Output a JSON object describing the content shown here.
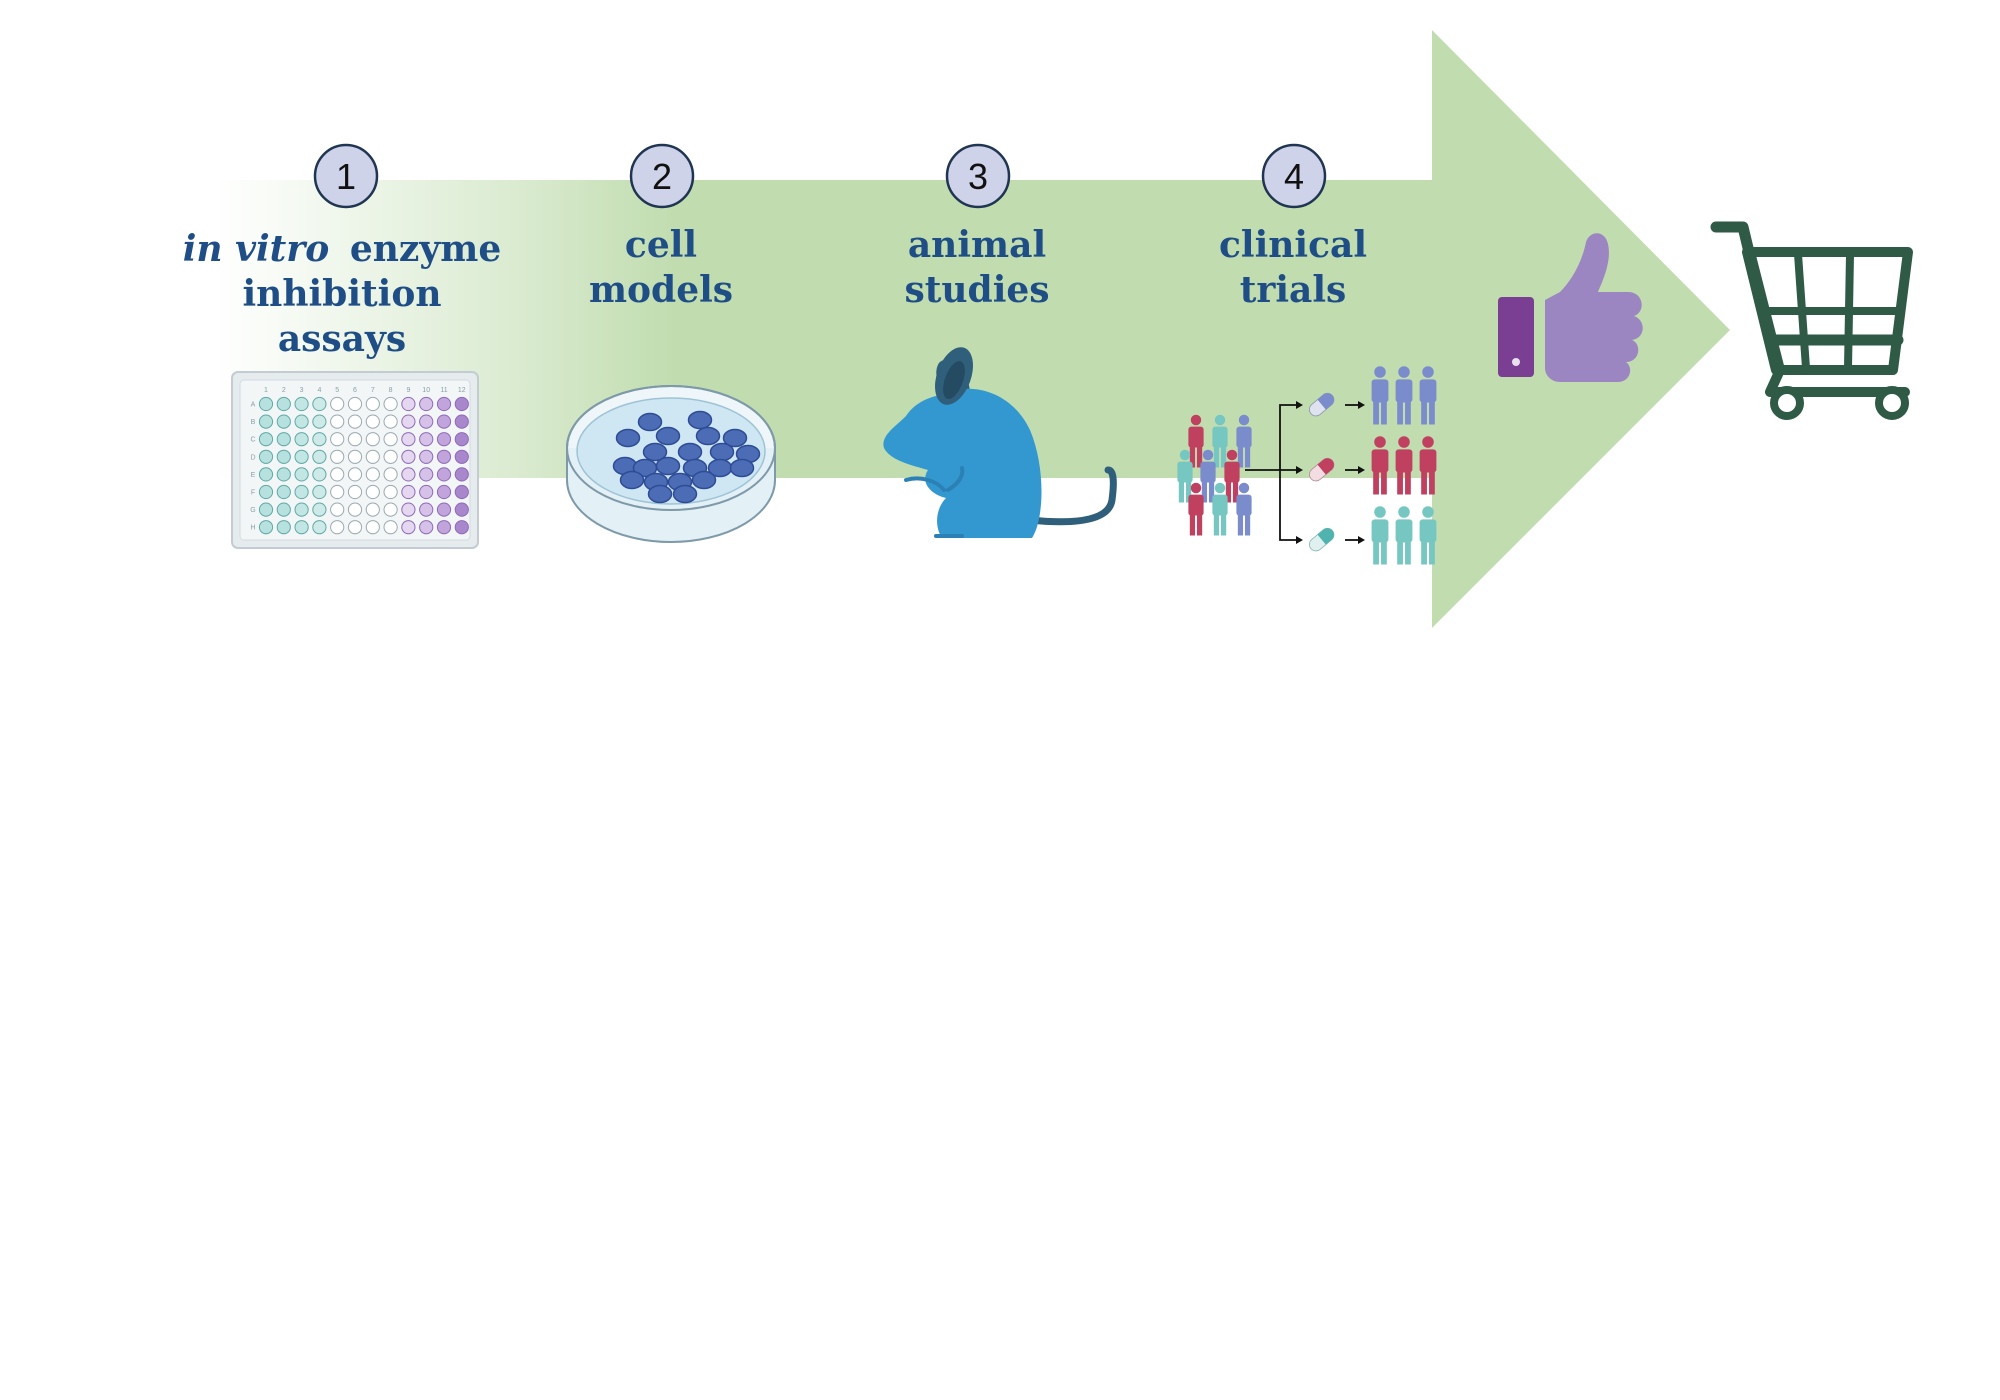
{
  "steps": [
    {
      "number": "1",
      "label_italic": "in vitro",
      "label_lines": [
        "enzyme",
        "inhibition",
        "assays"
      ]
    },
    {
      "number": "2",
      "label_lines": [
        "cell",
        "models"
      ]
    },
    {
      "number": "3",
      "label_lines": [
        "animal",
        "studies"
      ]
    },
    {
      "number": "4",
      "label_lines": [
        "clinical",
        "trials"
      ]
    }
  ],
  "plate": {
    "col_labels": [
      "1",
      "2",
      "3",
      "4",
      "5",
      "6",
      "7",
      "8",
      "9",
      "10",
      "11",
      "12"
    ],
    "row_labels": [
      "A",
      "B",
      "C",
      "D",
      "E",
      "F",
      "G",
      "H"
    ]
  },
  "icons": {
    "step1": "well-plate-icon",
    "step2": "petri-dish-icon",
    "step3": "mouse-icon",
    "step4": "clinical-trial-groups-icon",
    "approval": "thumbs-up-icon",
    "market": "shopping-cart-icon"
  },
  "colors": {
    "arrow": "#c1ddb0",
    "label": "#1f4e86",
    "step_circle_fill": "#cfd3ea",
    "mouse": "#3498d0",
    "cart": "#2e5a46",
    "thumb": "#9c86c1",
    "thumb_cuff": "#7a3e92",
    "person_red": "#c0415f",
    "person_teal": "#76c6c2",
    "person_blue": "#7b8ccc"
  }
}
